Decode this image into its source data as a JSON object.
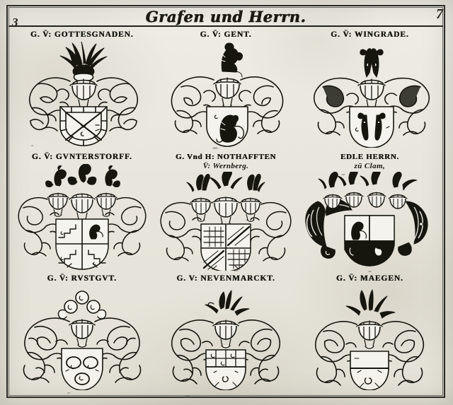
{
  "page": {
    "title": "Grafen und Herrn.",
    "folio_left": "3",
    "folio_right": "7",
    "ink_color": "#17170f",
    "paper_color": "#e9e7e1"
  },
  "plates": [
    {
      "id": "gottesgnaden",
      "caption": "G. V̄: GOTTESGNADEN.",
      "caption_sub": "",
      "crest": "black-plume-crest",
      "helms": 1,
      "shield": "saltire-bordure",
      "mantling": "foliate-scroll"
    },
    {
      "id": "gent",
      "caption": "G. V̄: GENT.",
      "caption_sub": "",
      "crest": "lion-rampant-crest",
      "helms": 1,
      "shield": "lion-rampant",
      "mantling": "foliate-scroll"
    },
    {
      "id": "wingrade",
      "caption": "G. V̄: WINGRADE.",
      "caption_sub": "",
      "crest": "twin-fish-crest",
      "helms": 1,
      "shield": "two-fish-pale",
      "mantling": "foliate-scroll"
    },
    {
      "id": "gunterstorff",
      "caption": "G. V̄: GVNTERSTORFF.",
      "caption_sub": "",
      "crest": "triple-eagle-crest",
      "helms": 3,
      "shield": "quartered-embattled",
      "mantling": "foliate-scroll"
    },
    {
      "id": "nothafften",
      "caption": "G. Vnd H: NOTHAFFTEN",
      "caption_sub": "V̄: Wernberg.",
      "crest": "triple-plume-crest",
      "helms": 3,
      "shield": "quartered-chequy-bend",
      "mantling": "foliate-scroll"
    },
    {
      "id": "clam",
      "caption": "EDLE HERRN.",
      "caption_sub": "zū Clam,",
      "crest": "quadruple-crest",
      "helms": 4,
      "shield": "quartered-lion-sable",
      "mantling": "dark-mantling"
    },
    {
      "id": "rustgut",
      "caption": "G. V̄: RVSTGVT.",
      "caption_sub": "",
      "crest": "three-ball-crest",
      "helms": 1,
      "shield": "three-roundels",
      "mantling": "curled-scroll"
    },
    {
      "id": "nevenmarckt",
      "caption": "G. V: NEVENMARCKT.",
      "caption_sub": "",
      "crest": "flame-plume-crest",
      "helms": 1,
      "shield": "chequy-chief",
      "mantling": "foliate-scroll"
    },
    {
      "id": "maegen",
      "caption": "G. V̄: MAEGEN.",
      "caption_sub": "",
      "crest": "twin-plume-crest",
      "helms": 1,
      "shield": "per-fess-plain",
      "mantling": "foliate-scroll"
    }
  ]
}
